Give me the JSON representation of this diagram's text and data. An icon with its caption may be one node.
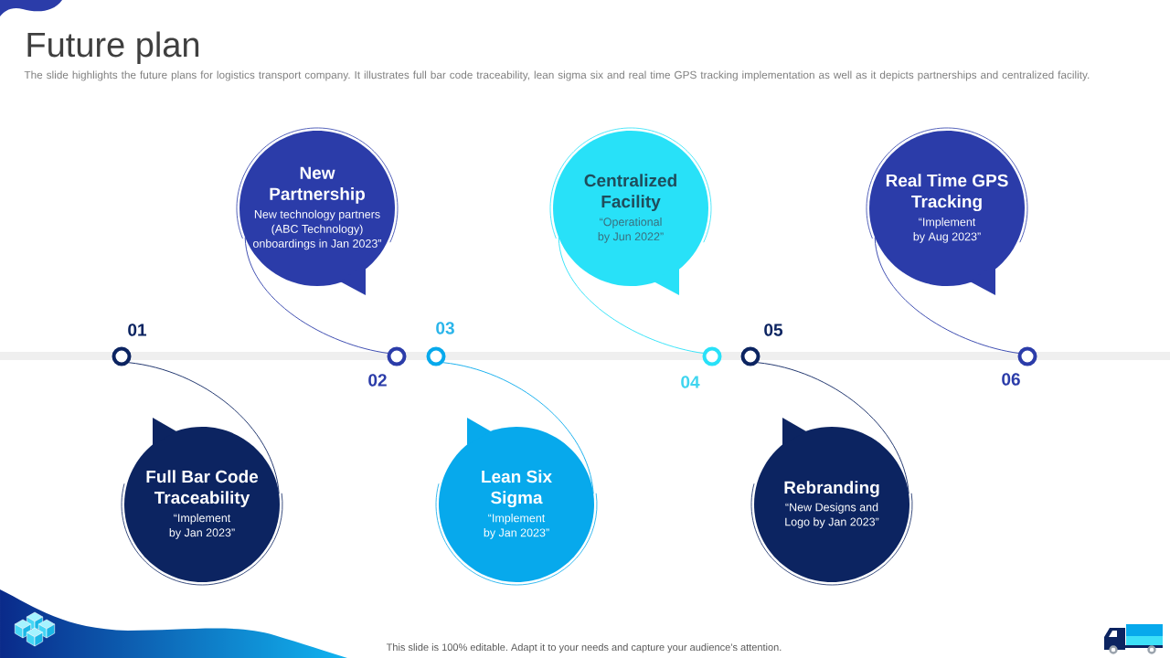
{
  "diagram": {
    "title": "Future plan",
    "nodes": [
      {
        "text": [
          "Full Bar Code Traceability",
          "“Implement by Jan 2023”"
        ]
      },
      {
        "text": [
          "New Partnership",
          "New technology partners (ABC Technology) onboardings in Jan 2023”"
        ]
      },
      {
        "text": [
          "Lean Six Sigma",
          "“Implement by Jan 2023”"
        ]
      },
      {
        "text": [
          "Centralized Facility",
          "“Operational by Jun 2022”"
        ]
      },
      {
        "text": [
          "Rebranding",
          "“New Designs and Logo by Jan 2023”"
        ]
      },
      {
        "text": [
          "Real Time GPS Tracking",
          "“Implement by Aug 2023”"
        ]
      },
      {
        "text": [],
        "shape": "circle",
        "beside": [
          "01"
        ]
      },
      {
        "text": [],
        "shape": "circle",
        "beside": [
          "02"
        ]
      },
      {
        "text": [],
        "shape": "circle",
        "beside": [
          "03"
        ]
      },
      {
        "text": [],
        "shape": "circle",
        "beside": [
          "04"
        ]
      },
      {
        "text": [],
        "shape": "circle",
        "beside": [
          "05"
        ]
      },
      {
        "text": [],
        "shape": "circle",
        "beside": [
          "06"
        ]
      }
    ],
    "edges": [
      {
        "from": 0,
        "to": 6,
        "arrow": "none",
        "color": "#0c2461"
      },
      {
        "from": 1,
        "to": 7,
        "arrow": "none",
        "color": "#2b3ca9"
      },
      {
        "from": 2,
        "to": 8,
        "arrow": "none",
        "color": "#07a9ec"
      },
      {
        "from": 3,
        "to": 9,
        "arrow": "none",
        "color": "#28e1f8"
      },
      {
        "from": 4,
        "to": 10,
        "arrow": "none",
        "color": "#0c2461"
      },
      {
        "from": 5,
        "to": 11,
        "arrow": "none",
        "color": "#2b3ca9"
      }
    ],
    "labels": [
      "The slide highlights the future plans for logistics transport company. It illustrates full bar code traceability, lean sigma six and real time GPS tracking implementation as well as it depicts partnerships and centralized facility.",
      "This slide is 100% editable. Adapt it to your needs and capture your audience’s attention."
    ]
  }
}
